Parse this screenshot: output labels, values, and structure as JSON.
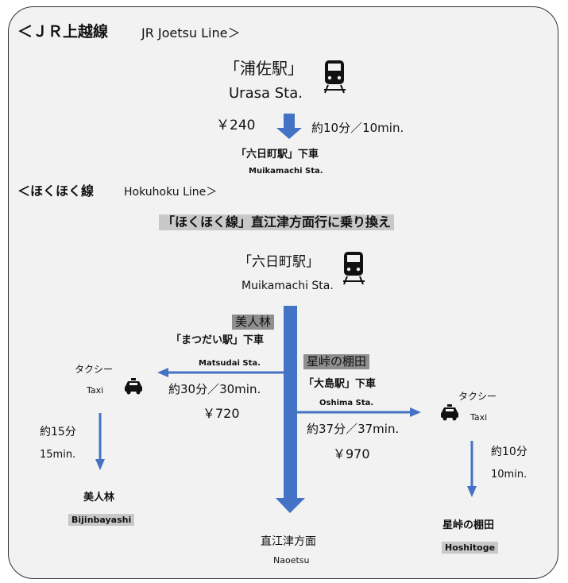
{
  "joetsu": {
    "header": "＜ＪＲ上越線",
    "header_en": "JR Joetsu Line＞",
    "start_station": "「浦佐駅」",
    "start_station_en": "Urasa Sta.",
    "fare": "￥240",
    "duration": "約10分／10min.",
    "alight_station": "「六日町駅」下車",
    "alight_station_en": "Muikamachi Sta."
  },
  "hokuhoku": {
    "header": "＜ほくほく線",
    "header_en": "Hokuhoku Line＞",
    "transfer_note": "「ほくほく線」直江津方面行に乗り換え",
    "station": "「六日町駅」",
    "station_en": "Muikamachi Sta.",
    "terminus": "直江津方面",
    "terminus_en": "Naoetsu"
  },
  "west_branch": {
    "destination_tag": "美人林",
    "alight_station": "「まつだい駅」下車",
    "alight_station_en": "Matsudai Sta.",
    "duration": "約30分／30min.",
    "fare": "￥720",
    "taxi": "タクシー",
    "taxi_en": "Taxi",
    "taxi_duration": "約15分",
    "taxi_duration_en": "15min.",
    "final": "美人林",
    "final_en": "Bijinbayashi"
  },
  "east_branch": {
    "destination_tag": "星峠の棚田",
    "alight_station": "「大島駅」下車",
    "alight_station_en": "Oshima Sta.",
    "duration": "約37分／37min.",
    "fare": "￥970",
    "taxi": "タクシー",
    "taxi_en": "Taxi",
    "taxi_duration": "約10分",
    "taxi_duration_en": "10min.",
    "final": "星峠の棚田",
    "final_en": "Hoshitoge"
  },
  "colors": {
    "arrow": "#4472c4",
    "frame_bg": "#f2f2f2",
    "highlight": "#c8c8c8",
    "highlight_dark": "#8f8f8f"
  },
  "icons": {
    "train": "train-icon",
    "taxi": "taxi-icon"
  }
}
